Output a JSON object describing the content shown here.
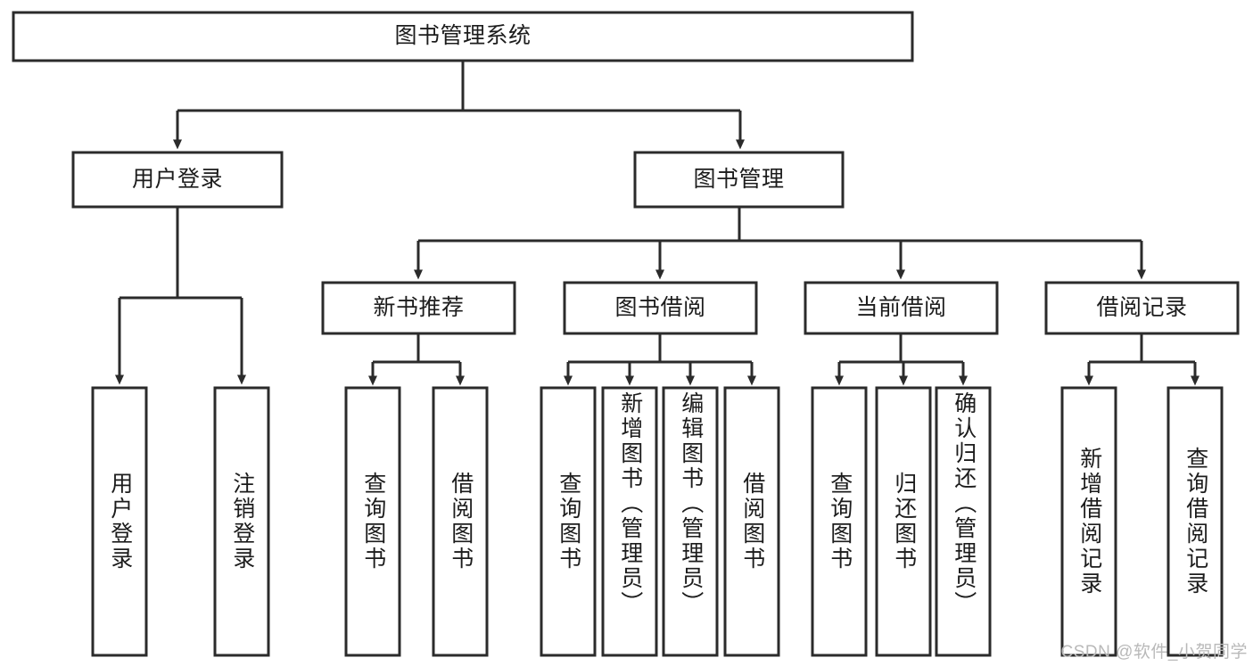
{
  "diagram": {
    "title": "图书管理系统",
    "type": "hierarchy-tree",
    "watermark": "CSDN @软件_小贺同学",
    "colors": {
      "stroke": "#2b2b2b",
      "fill": "#ffffff",
      "text": "#1c1c1c",
      "watermark": "#b9b9b9"
    },
    "nodes": {
      "root": {
        "label": "图书管理系统"
      },
      "level2": {
        "user_login": {
          "label": "用户登录"
        },
        "book_manage": {
          "label": "图书管理"
        }
      },
      "level3": {
        "new_book_rec": {
          "label": "新书推荐"
        },
        "book_borrow": {
          "label": "图书借阅"
        },
        "current_borrow": {
          "label": "当前借阅"
        },
        "borrow_record": {
          "label": "借阅记录"
        }
      },
      "leaves": {
        "user_login_children": [
          {
            "label": "用户登录"
          },
          {
            "label": "注销登录"
          }
        ],
        "new_book_rec_children": [
          {
            "label": "查询图书"
          },
          {
            "label": "借阅图书"
          }
        ],
        "book_borrow_children": [
          {
            "label": "查询图书"
          },
          {
            "label": "新增图书（管理员）"
          },
          {
            "label": "编辑图书（管理员）"
          },
          {
            "label": "借阅图书"
          }
        ],
        "current_borrow_children": [
          {
            "label": "查询图书"
          },
          {
            "label": "归还图书"
          },
          {
            "label": "确认归还（管理员）"
          }
        ],
        "borrow_record_children": [
          {
            "label": "新增借阅记录"
          },
          {
            "label": "查询借阅记录"
          }
        ]
      }
    }
  }
}
